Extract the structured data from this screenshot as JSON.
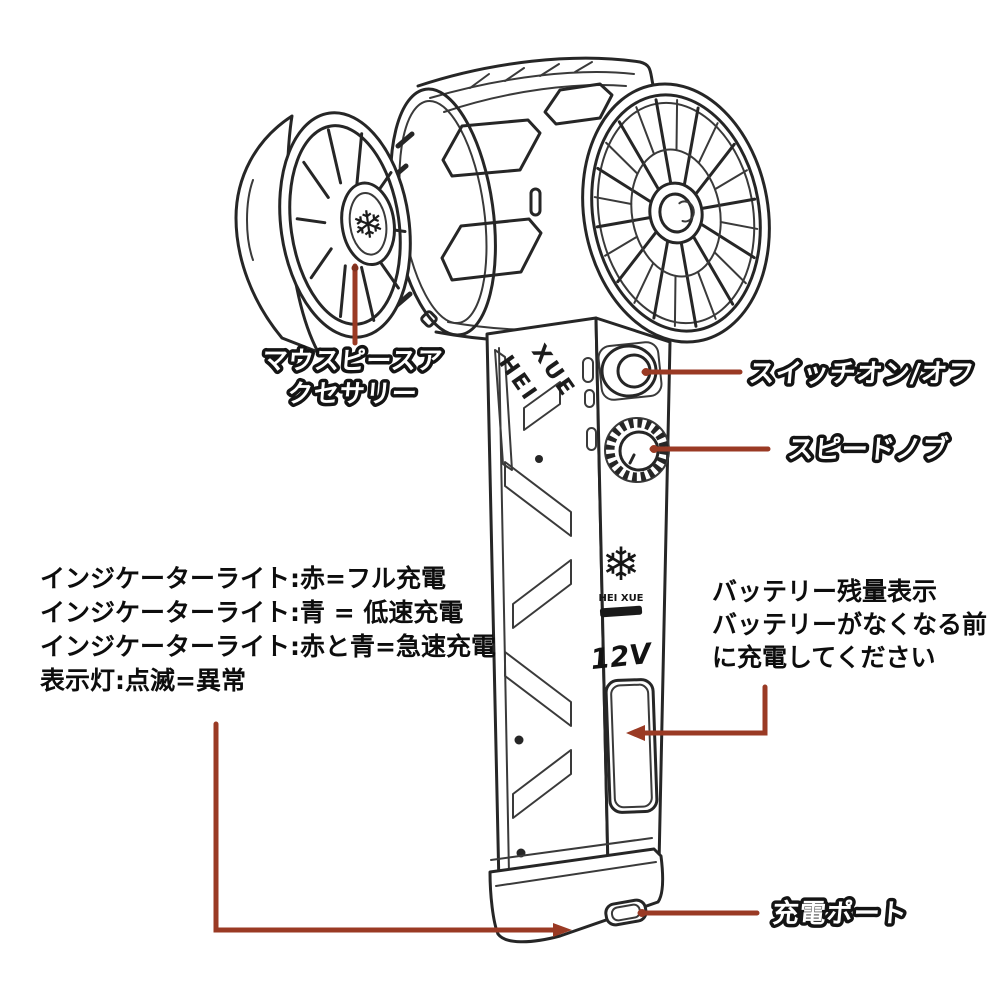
{
  "canvas": {
    "background": "#ffffff",
    "leader_color": "#9a3a24",
    "ink_color": "#262626"
  },
  "device": {
    "snowflake_icon": "❄",
    "brand_diagonal_line1": "HEI",
    "brand_diagonal_line2": "XUE",
    "brand_small_text": "HEI XUE",
    "voltage_label": "12V"
  },
  "callouts": {
    "mouthpiece": {
      "line1": "マウスピースア",
      "line2": "クセサリー"
    },
    "power_switch": "スイッチオン/オフ",
    "speed_knob": "スピードノブ",
    "charge_port": "充電ポート",
    "indicator_notes": [
      "インジケーターライト:赤=フル充電",
      "インジケーターライト:青 = 低速充電",
      "インジケーターライト:赤と青=急速充電",
      "表示灯:点滅=異常"
    ],
    "battery_notes": [
      "バッテリー残量表示",
      "バッテリーがなくなる前",
      "に充電してください"
    ]
  }
}
